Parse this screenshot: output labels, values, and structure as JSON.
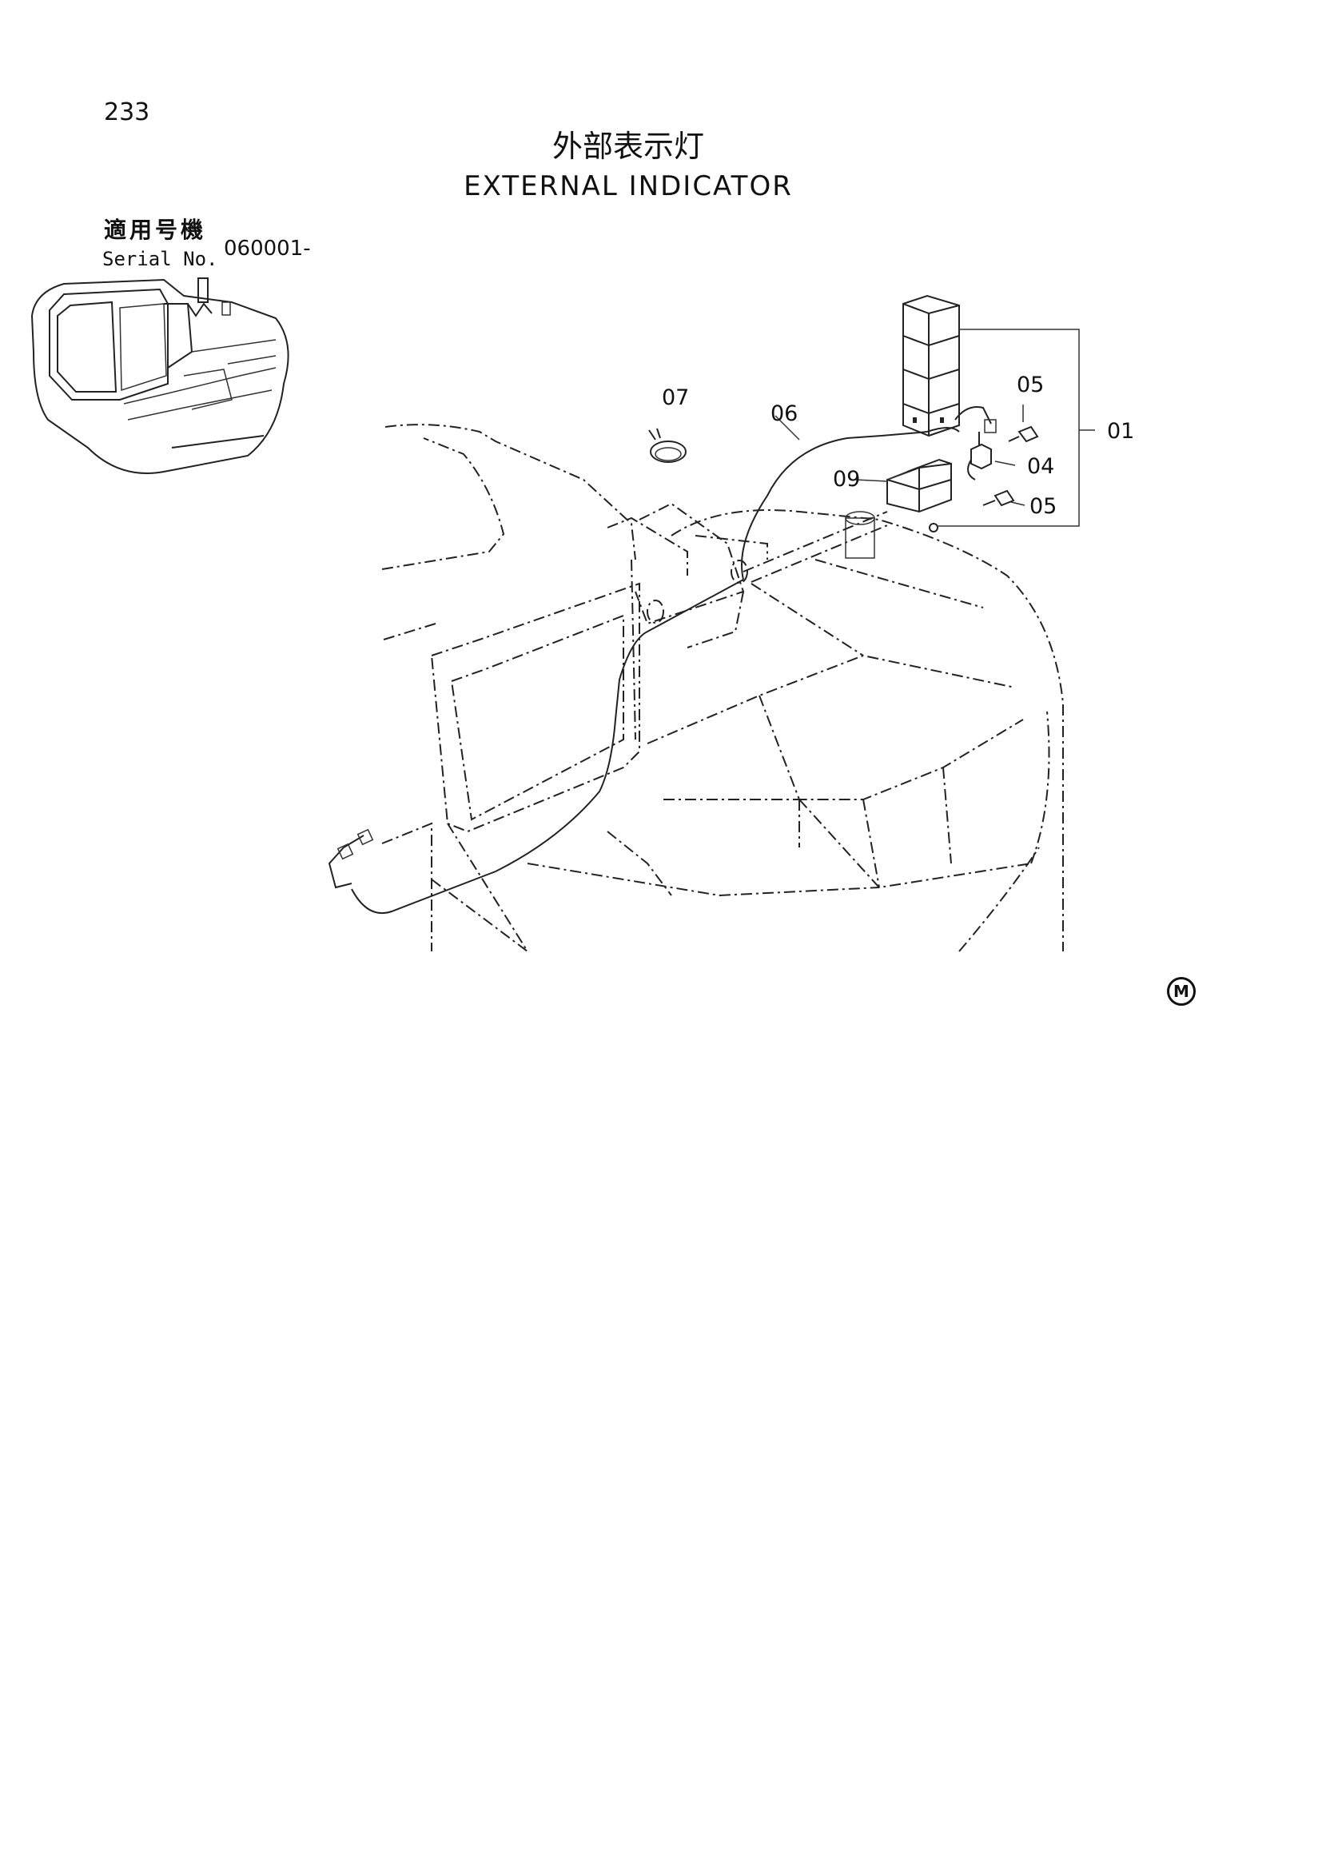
{
  "page": {
    "number": "233",
    "title_jp": "外部表示灯",
    "title_en": "EXTERNAL INDICATOR",
    "serial_label_jp": "適用号機",
    "serial_label_en": "Serial No.",
    "serial_value": "060001-",
    "maker_mark": "M"
  },
  "callouts": {
    "c01": "01",
    "c04": "04",
    "c05a": "05",
    "c05b": "05",
    "c06": "06",
    "c07": "07",
    "c09": "09"
  }
}
